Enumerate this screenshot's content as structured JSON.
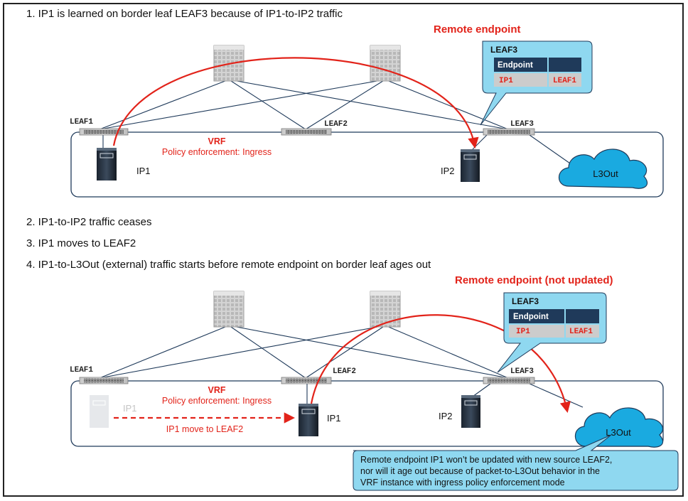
{
  "steps": {
    "s1": "1. IP1 is learned on border leaf LEAF3 because of IP1-to-IP2 traffic",
    "s2": "2. IP1-to-IP2 traffic ceases",
    "s3": "3. IP1 moves to LEAF2",
    "s4": "4. IP1-to-L3Out (external) traffic starts before remote endpoint on border leaf ages out"
  },
  "top": {
    "remote_label": "Remote endpoint",
    "leaf1": "LEAF1",
    "leaf2": "LEAF2",
    "leaf3": "LEAF3",
    "vrf": "VRF",
    "policy": "Policy enforcement: Ingress",
    "ip1": "IP1",
    "ip2": "IP2",
    "l3out": "L3Out",
    "callout": {
      "title": "LEAF3",
      "header": "Endpoint",
      "row_ip": "IP1",
      "row_leaf": "LEAF1"
    }
  },
  "bottom": {
    "remote_label": "Remote endpoint (not updated)",
    "leaf1": "LEAF1",
    "leaf2": "LEAF2",
    "leaf3": "LEAF3",
    "vrf": "VRF",
    "policy": "Policy enforcement: Ingress",
    "ip1_old": "IP1",
    "ip1_new": "IP1",
    "ip2": "IP2",
    "move": "IP1 move to LEAF2",
    "l3out": "L3Out",
    "callout": {
      "title": "LEAF3",
      "header": "Endpoint",
      "row_ip": "IP1",
      "row_leaf": "LEAF1"
    },
    "note": [
      "Remote endpoint IP1 won’t be updated with new source LEAF2,",
      "nor will it age out because of packet-to-L3Out behavior in the",
      "VRF instance with ingress policy enforcement mode"
    ]
  },
  "colors": {
    "red": "#e2231a",
    "navy": "#1f3a5a",
    "callout_bg": "#8fd8f0",
    "cloud": "#1aaae0"
  }
}
